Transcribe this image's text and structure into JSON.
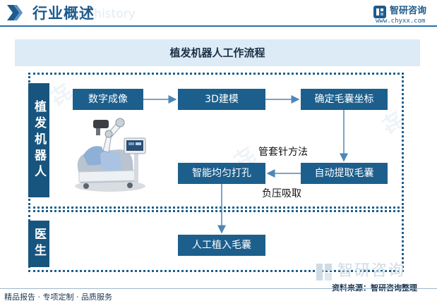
{
  "header": {
    "section_title": "行业概述",
    "ghost_text": "ent history",
    "brand_name": "智研咨询",
    "brand_url": "www.chyxx.com"
  },
  "diagram": {
    "title": "植发机器人工作流程",
    "groups": {
      "robot": "植发机器人",
      "doctor": "医生"
    },
    "steps": {
      "imaging": "数字成像",
      "modeling": "3D建模",
      "coordinates": "确定毛囊坐标",
      "extraction": "自动提取毛囊",
      "punching": "智能均匀打孔",
      "implant": "人工植入毛囊"
    },
    "notes": {
      "needle": "管套针方法",
      "suction": "负压吸取"
    }
  },
  "footer": {
    "left": "精品报告 · 专项定制 · 品质服务",
    "source": "资料来源：智研咨询整理",
    "watermark": "智研咨询"
  },
  "colors": {
    "primary": "#1d5f8c",
    "band": "#dcebf6",
    "arrow": "#4f86b6"
  }
}
